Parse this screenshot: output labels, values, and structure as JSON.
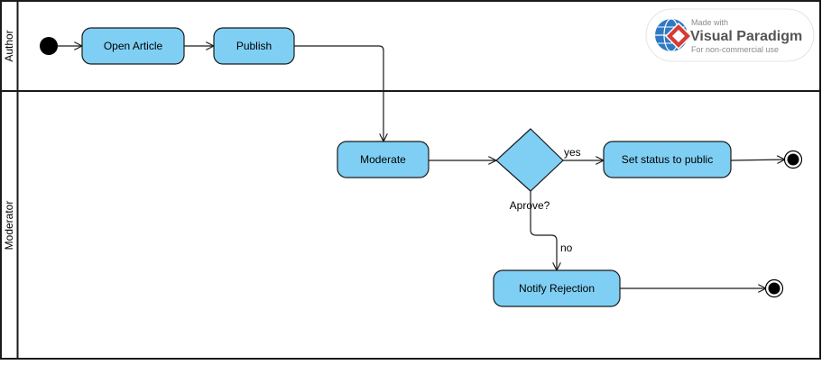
{
  "swimlanes": [
    {
      "label": "Author"
    },
    {
      "label": "Moderator"
    }
  ],
  "actions": {
    "open_article": "Open Article",
    "publish": "Publish",
    "moderate": "Moderate",
    "set_status": "Set status to public",
    "notify_rejection": "Notify Rejection"
  },
  "decision": {
    "label": "Aprove?"
  },
  "edges": {
    "yes": "yes",
    "no": "no"
  },
  "watermark": {
    "line1": "Made with",
    "line2": "Visual Paradigm",
    "line3": "For non-commercial use"
  },
  "colors": {
    "node_fill": "#7fcff4",
    "stroke": "#1a1a1a",
    "logo_blue": "#2f79c4",
    "logo_red": "#d83a34"
  }
}
